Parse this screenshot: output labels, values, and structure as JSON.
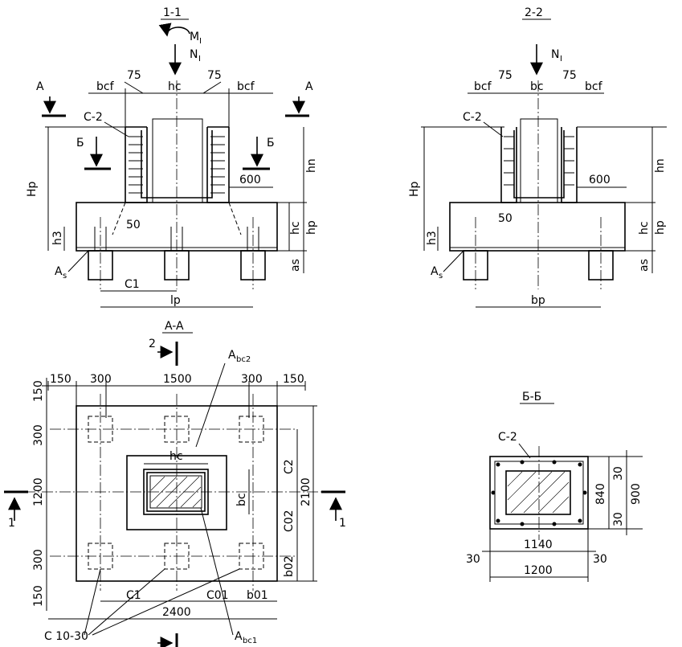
{
  "sections": {
    "s11": {
      "title": "1-1",
      "M": "M",
      "M_sub": "I",
      "N": "N",
      "N_sub": "I",
      "cut_A_left": "A",
      "cut_A_right": "A",
      "cut_B_left": "Б",
      "cut_B_right": "Б",
      "bcf_left": "bcf",
      "dim75_left": "75",
      "hc": "hc",
      "dim75_right": "75",
      "bcf_right": "bcf",
      "mesh": "C-2",
      "dim600": "600",
      "dim50": "50",
      "Hp": "Hp",
      "hn": "hn",
      "hc_v": "hc",
      "hp": "hp",
      "as": "as",
      "h3": "h3",
      "As": "A",
      "As_sub": "s",
      "C1": "C1",
      "lp": "lp"
    },
    "s22": {
      "title": "2-2",
      "N": "N",
      "N_sub": "I",
      "bcf_left": "bcf",
      "dim75_left": "75",
      "bc": "bc",
      "dim75_right": "75",
      "bcf_right": "bcf",
      "mesh": "C-2",
      "dim600": "600",
      "dim50": "50",
      "Hp": "Hp",
      "hn": "hn",
      "hc_v": "hc",
      "hp": "hp",
      "as": "as",
      "h3": "h3",
      "As": "A",
      "As_sub": "s",
      "bp": "bp"
    },
    "planAA": {
      "title": "A-A",
      "cut2": "2",
      "Abc2": "A",
      "Abc2_sub": "bc2",
      "top_150a": "150",
      "top_300a": "300",
      "top_1500": "1500",
      "top_300b": "300",
      "top_150b": "150",
      "left_150a": "150",
      "left_300a": "300",
      "left_1200": "1200",
      "left_300b": "300",
      "left_150b": "150",
      "hc": "hc",
      "bc": "bc",
      "C2": "C2",
      "C02": "C02",
      "b02": "b02",
      "dim2100": "2100",
      "cut1_left": "1",
      "cut1_right": "1",
      "C1": "C1",
      "C01": "C01",
      "b01": "b01",
      "dim2400": "2400",
      "piles": "C 10-30",
      "Abc1": "A",
      "Abc1_sub": "bc1"
    },
    "sectBB": {
      "title": "Б-Б",
      "mesh": "C-2",
      "dim30_top": "30",
      "dim840": "840",
      "dim30_bot": "30",
      "dim900": "900",
      "dim1140": "1140",
      "dim30_left": "30",
      "dim30_right": "30",
      "dim1200": "1200"
    }
  }
}
